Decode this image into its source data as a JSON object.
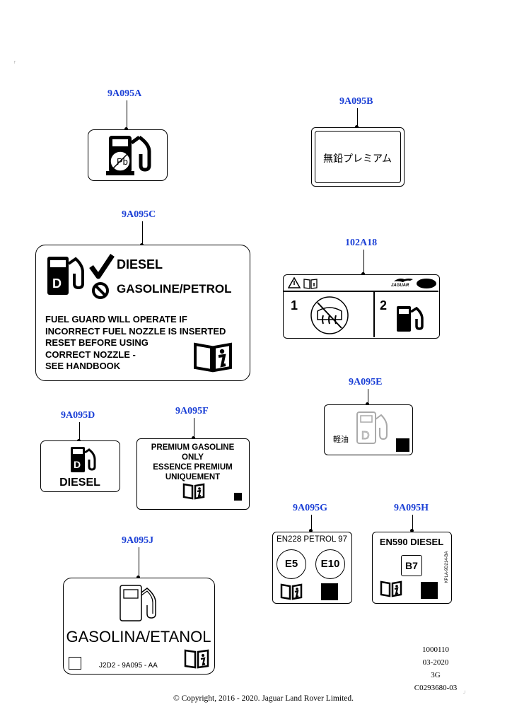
{
  "callouts": {
    "a": "9A095A",
    "b": "9A095B",
    "c": "9A095C",
    "d": "102A18",
    "e": "9A095E",
    "f": "9A095D",
    "g": "9A095F",
    "h": "9A095G",
    "i": "9A095H",
    "j": "9A095J"
  },
  "label_b": {
    "text": "無鉛プレミアム"
  },
  "label_c": {
    "line1": "DIESEL",
    "line2": "GASOLINE/PETROL",
    "warning": [
      "FUEL GUARD WILL OPERATE IF",
      "INCORRECT FUEL NOZZLE IS INSERTED",
      "RESET BEFORE USING",
      "CORRECT NOZZLE -",
      "SEE HANDBOOK"
    ]
  },
  "label_102a18": {
    "brand": "JAGUAR",
    "step1": "1",
    "step2": "2"
  },
  "label_e": {
    "text": "軽油"
  },
  "label_d": {
    "text": "DIESEL"
  },
  "label_f": {
    "lines": [
      "PREMIUM  GASOLINE",
      "ONLY",
      "ESSENCE  PREMIUM",
      "UNIQUEMENT"
    ]
  },
  "label_g": {
    "title": "EN228 PETROL 97",
    "e5": "E5",
    "e10": "E10"
  },
  "label_h": {
    "title": "EN590 DIESEL",
    "b7": "B7",
    "side": "KPLA-9D214-BA"
  },
  "label_j": {
    "title": "GASOLINA/ETANOL",
    "code": "J2D2 - 9A095 - AA"
  },
  "meta": {
    "line1": "1000110",
    "line2": "03-2020",
    "line3": "3G",
    "line4": "C0293680-03"
  },
  "copyright": "© Copyright, 2016 - 2020. Jaguar Land Rover Limited.",
  "colors": {
    "callout": "#1a3fd6"
  }
}
